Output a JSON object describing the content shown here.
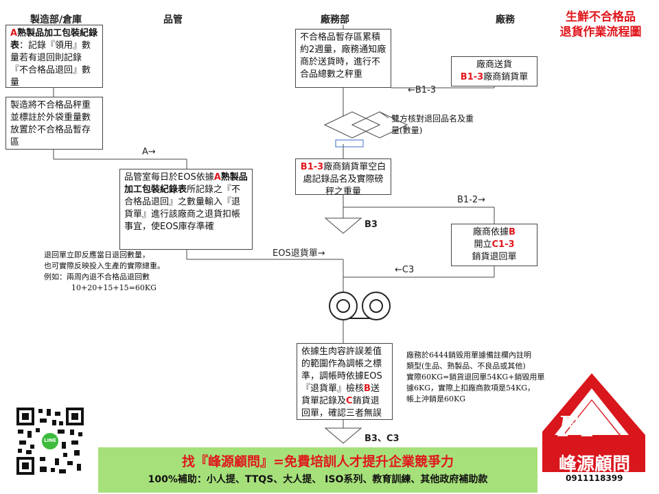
{
  "title": {
    "line1": "生鮮不合格品",
    "line2": "退貨作業流程圖"
  },
  "columns": [
    "製造部/倉庫",
    "品管",
    "廠務部",
    "廠務"
  ],
  "boxes": {
    "a_record": {
      "prefix": "A",
      "bold": "熟製品加工包裝紀錄表",
      "rest": "：記錄『領用』數量若有退回則記錄『不合格品退回』數量"
    },
    "weigh": "製造將不合格品秤重並標註於外袋重量數放置於不合格品暫存區",
    "qc": {
      "t1": "品管室每日於EOS依據",
      "a": "A",
      "bold": "熟製品加工包裝紀錄表",
      "t2": "所記錄之『不合格品退回』之數量輸入『退貨單』進行該廠商之退貨扣帳事宜，使EOS庫存準確"
    },
    "storage": "不合格品暫存區累積約2週量，廠務通知廠商於送貨時，進行不合品總數之秤重",
    "vendor": {
      "line1": "廠商送貨",
      "code": "B1-3",
      "rest": "廠商銷貨單"
    },
    "sales_note": {
      "code": "B1-3",
      "rest": "廠商銷貨單空白處記錄品名及實際磅秤之重量"
    },
    "return_slip": {
      "line1a": "廠商依據",
      "b": "B",
      "line2a": "開立",
      "c": "C1-3",
      "line3": "銷貨退回單"
    },
    "reconcile": {
      "t1": "依據生肉容許誤差值的範圍作為調帳之標準，調帳時依據EOS『退貨單』檢核",
      "b": "B",
      "t2": "送貨單記錄及",
      "c": "C",
      "t3": "銷貨退回單，確認三者無誤"
    }
  },
  "labels": {
    "a_arrow": "A→",
    "b13_arrow": "←B1-3",
    "verify": "雙方核對退回品名及重量(數量)",
    "b3": "B3",
    "b12_arrow": "B1-2→",
    "eos_arrow": "EOS退貨單→",
    "c3_arrow": "←C3",
    "b3_c3": "B3、C3"
  },
  "notes": {
    "left": [
      "退回單立即反應當日退回數量，",
      "也可實際反映投入生產的實際總重。",
      "例如：兩周內退不合格品退回數",
      "10+20+15+15=60KG"
    ],
    "right": [
      "廠務於6444銷毀用單據備註欄內註明",
      "類型(生品、熟製品、不良品或其他)",
      "實際60KG=銷貨退回單54KG+銷毀用單",
      "據6KG，實際上扣廠商款項是54KG，",
      "帳上沖銷是60KG"
    ]
  },
  "banner": {
    "line1": "找『峰源顧問』=免費培訓人才提升企業競爭力",
    "line2": "100%補助：小人提、TTQS、大人提、 ISO系列、教育訓練、其他政府補助款"
  },
  "logo": {
    "mark": "FY",
    "name": "峰源顧問",
    "phone": "0911118399"
  },
  "qr": {
    "badge": "LINE"
  },
  "colors": {
    "accent": "#e0161c",
    "banner": "#a6e07a",
    "logo_bg": "#d8161c",
    "line_green": "#3dbb3d"
  }
}
